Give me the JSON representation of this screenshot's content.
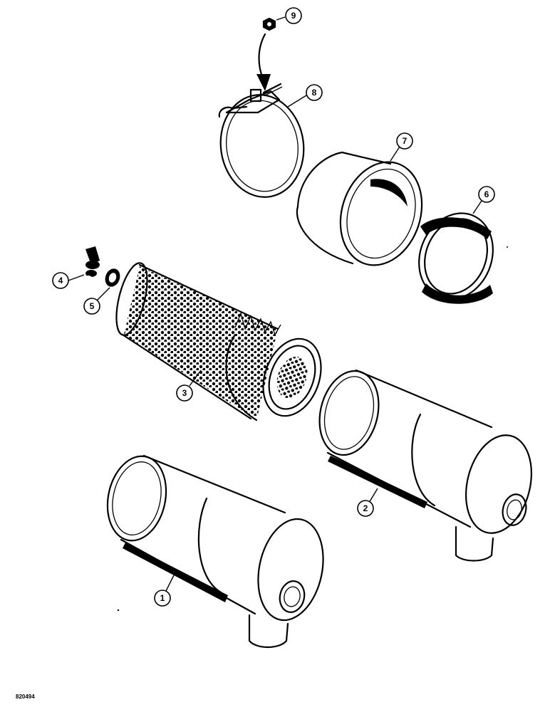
{
  "figure": {
    "code": "820494"
  },
  "callouts": [
    {
      "label": "1",
      "part": "air-cleaner-assembly"
    },
    {
      "label": "2",
      "part": "air-cleaner-housing"
    },
    {
      "label": "3",
      "part": "filter-element"
    },
    {
      "label": "4",
      "part": "wing-nut"
    },
    {
      "label": "5",
      "part": "washer"
    },
    {
      "label": "6",
      "part": "dust-cup-band"
    },
    {
      "label": "7",
      "part": "dust-cup"
    },
    {
      "label": "8",
      "part": "clamp-band"
    },
    {
      "label": "9",
      "part": "nut"
    }
  ],
  "colors": {
    "ink": "#000000",
    "paper": "#ffffff"
  }
}
